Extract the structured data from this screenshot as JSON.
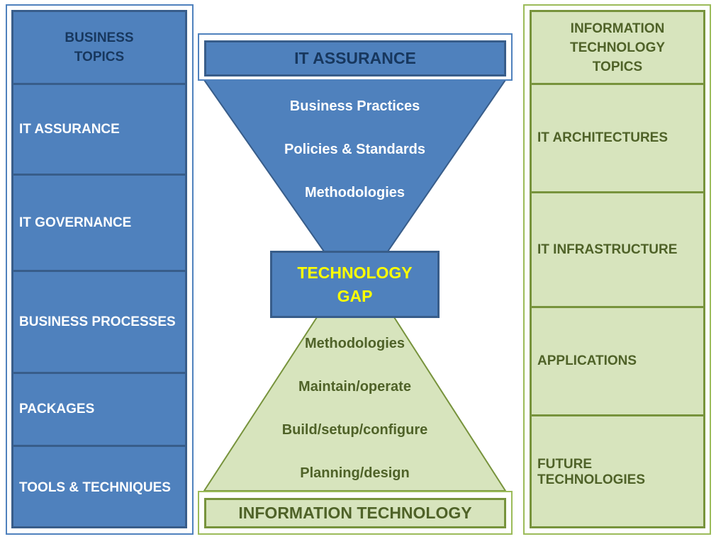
{
  "left_column": {
    "header": "BUSINESS TOPICS",
    "header_lines": [
      "BUSINESS",
      "TOPICS"
    ],
    "items": [
      "IT  ASSURANCE",
      "IT GOVERNANCE",
      "BUSINESS PROCESSES",
      "PACKAGES",
      "TOOLS & TECHNIQUES"
    ]
  },
  "right_column": {
    "header_lines": [
      "INFORMATION",
      "TECHNOLOGY",
      "TOPICS"
    ],
    "items": [
      "IT ARCHITECTURES",
      "IT INFRASTRUCTURE",
      "APPLICATIONS",
      "FUTURE TECHNOLOGIES"
    ]
  },
  "center": {
    "top_title": "IT ASSURANCE",
    "funnel_items": [
      "Business Practices",
      "Policies & Standards",
      "Methodologies"
    ],
    "gap_lines": [
      "TECHNOLOGY",
      "GAP"
    ],
    "pyramid_items": [
      "Methodologies",
      "Maintain/operate",
      "Build/setup/configure",
      "Planning/design"
    ],
    "bottom_title": "INFORMATION TECHNOLOGY"
  },
  "colors": {
    "blue": "#4f81bd",
    "blue_dark": "#385d8a",
    "green_fill": "#d7e4bd",
    "green_border": "#77933c",
    "green_text": "#4f6228",
    "gap_text": "#ffff00"
  }
}
